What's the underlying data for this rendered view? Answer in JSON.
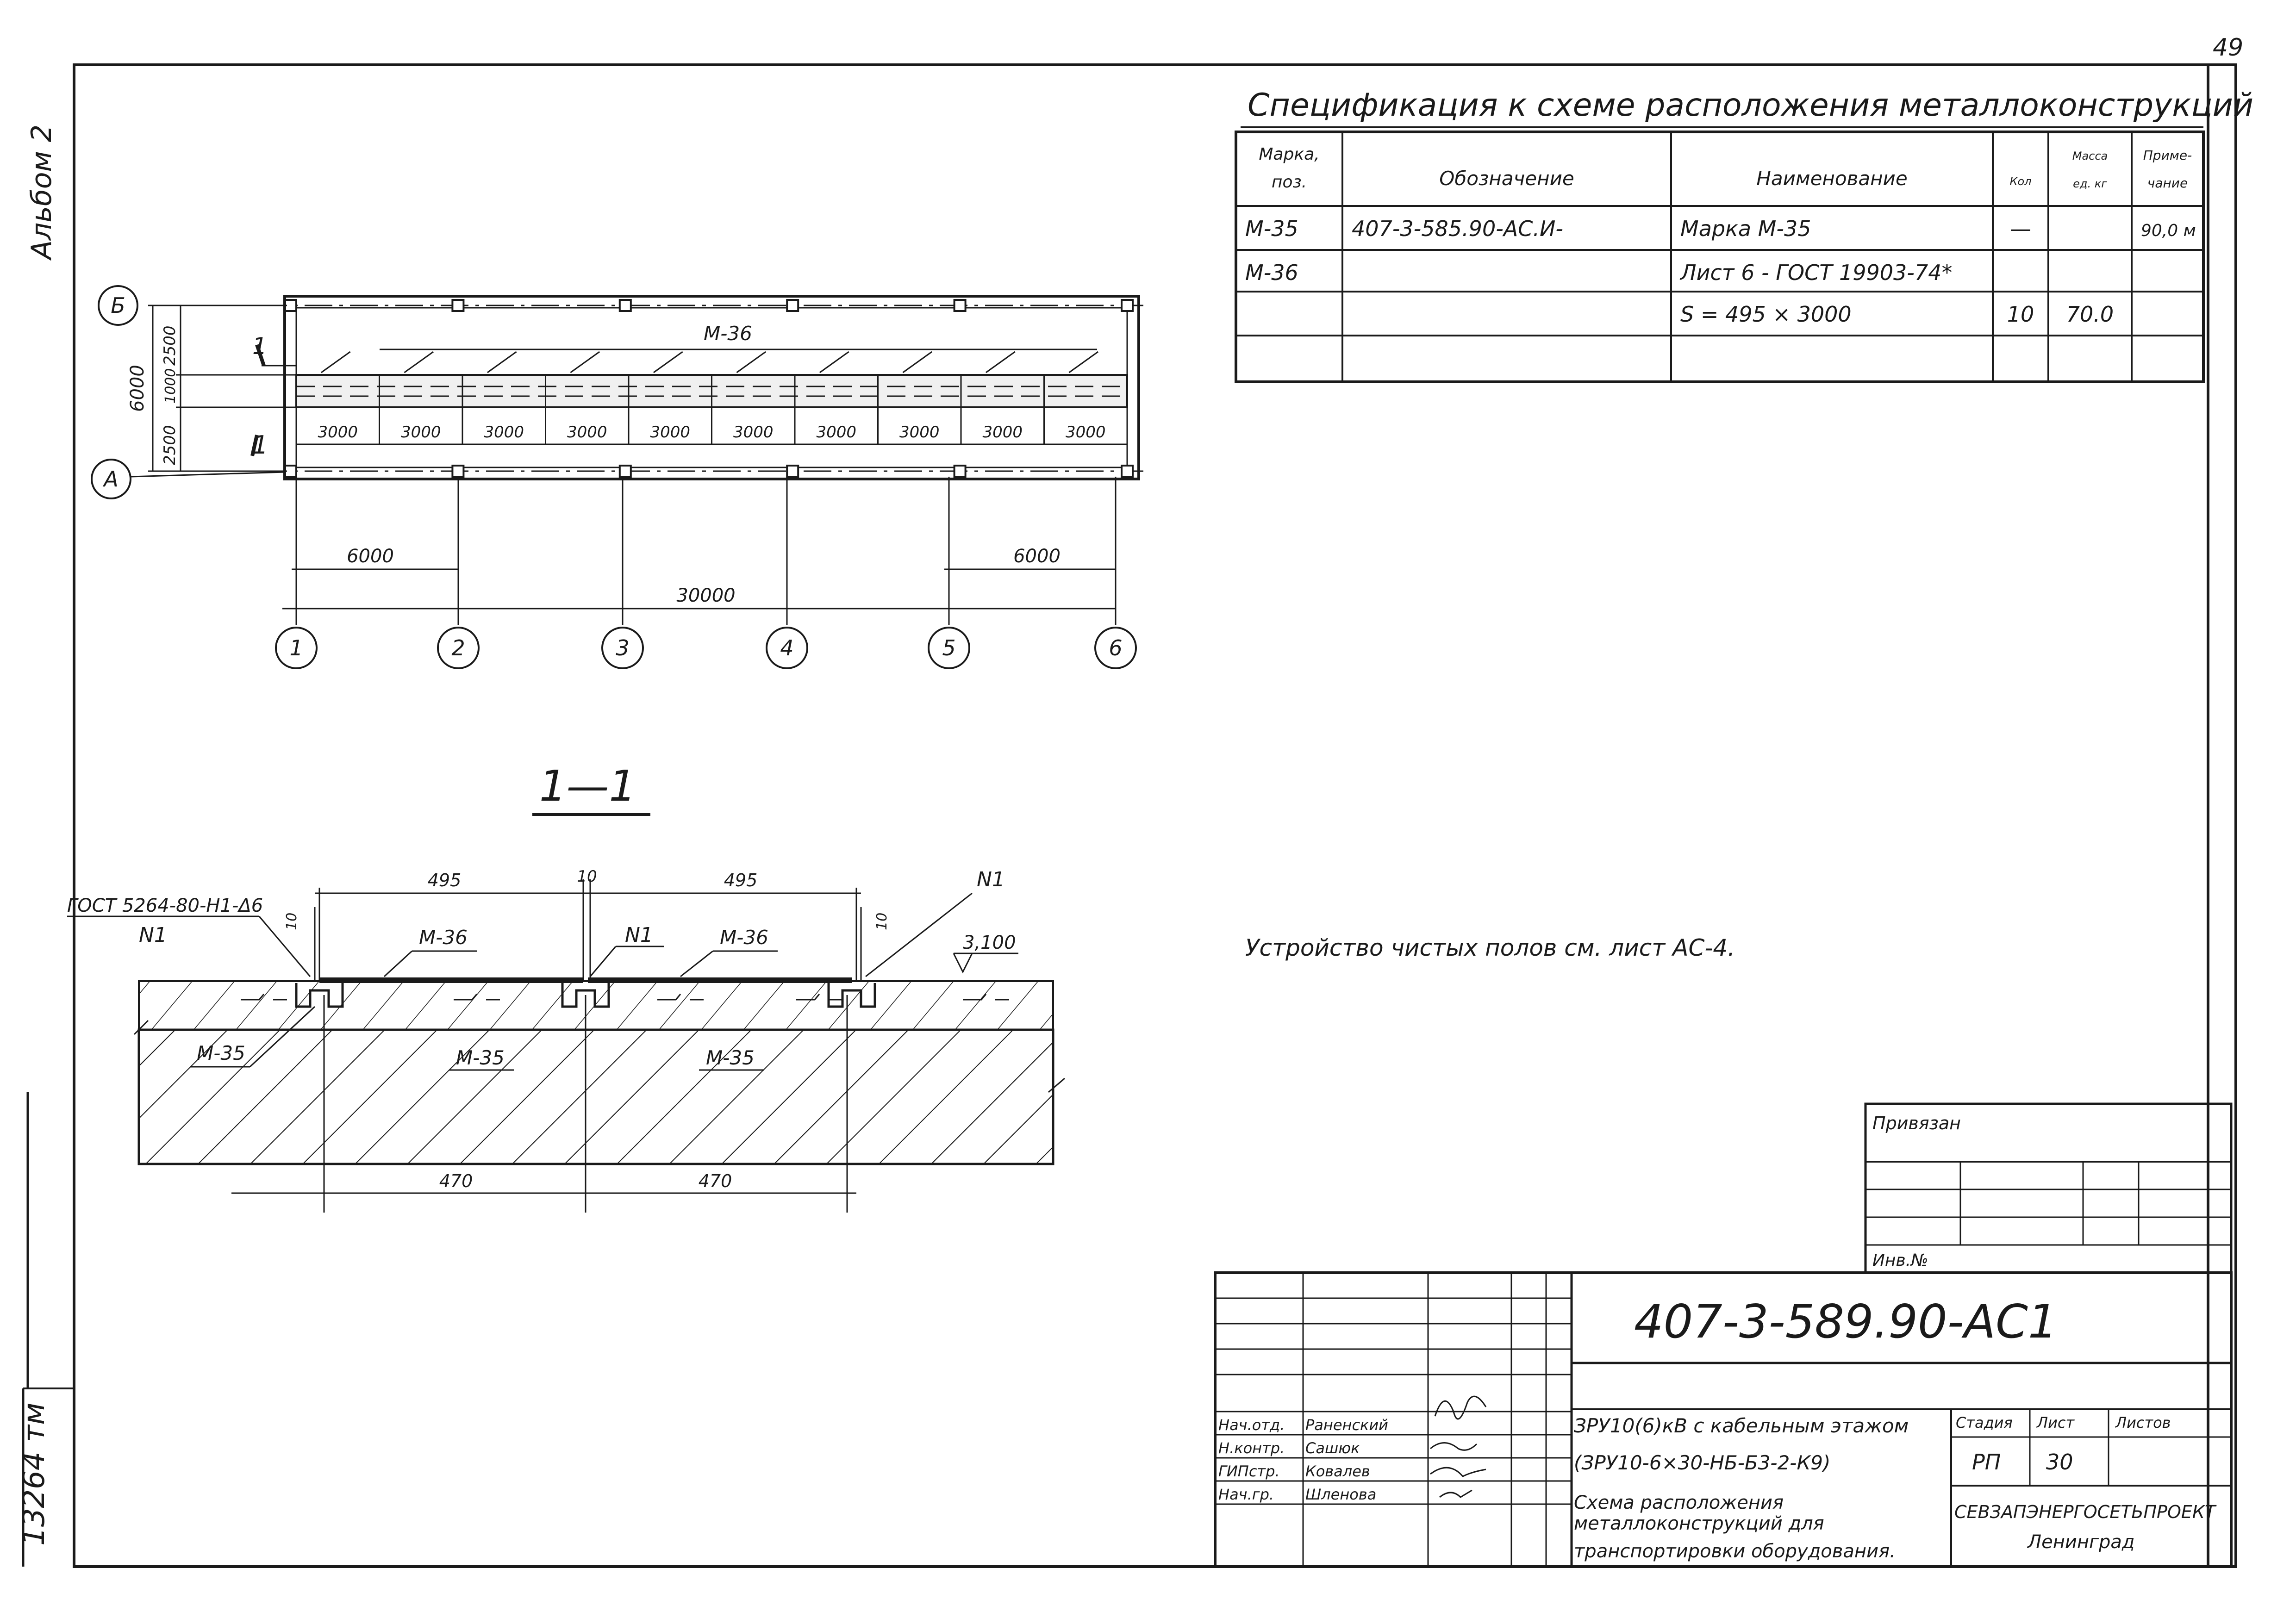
{
  "sheet_number": "49",
  "side_label": "Альбом 2",
  "inventory_stamp": "13264 тм",
  "plan": {
    "row_axes": [
      "Б",
      "А"
    ],
    "column_axes": [
      "1",
      "2",
      "3",
      "4",
      "5",
      "6"
    ],
    "vertical_dims": [
      "2500",
      "1000",
      "2500"
    ],
    "overall_vertical": "6000",
    "panel_dims": [
      "3000",
      "3000",
      "3000",
      "3000",
      "3000",
      "3000",
      "3000",
      "3000",
      "3000",
      "3000"
    ],
    "bay_dim_left": "6000",
    "bay_dim_right": "6000",
    "overall_horizontal": "30000",
    "sheet_mark": "М-36",
    "section_mark": "1"
  },
  "section": {
    "title": "1—1",
    "dim_top_left": "495",
    "dim_top_gap": "10",
    "dim_top_right": "495",
    "dim_side_left": "10",
    "dim_side_right": "10",
    "dim_bottom_left": "470",
    "dim_bottom_right": "470",
    "gost_callout": "ГОСТ 5264-80-Н1-Δ6",
    "weld_mark": "N1",
    "sheet_mark": "М-36",
    "frame_mark": "М-35",
    "level": "3,100"
  },
  "spec": {
    "title": "Спецификация к схеме расположения металлоконструкций",
    "headers": [
      "Марка, поз.",
      "Обозначение",
      "Наименование",
      "Кол",
      "Масса ед. кг",
      "Приме-чание"
    ],
    "rows": [
      [
        "М-35",
        "407-3-585.90-АС.И-",
        "Марка М-35",
        "—",
        "",
        "90,0 м"
      ],
      [
        "М-36",
        "",
        "Лист 6 - ГОСТ 19903-74*",
        "",
        "",
        ""
      ],
      [
        "",
        "",
        "S = 495 × 3000",
        "10",
        "70.0",
        ""
      ],
      [
        "",
        "",
        "",
        "",
        "",
        ""
      ]
    ]
  },
  "note": "Устройство чистых полов см. лист АС-4.",
  "privyazan": {
    "label": "Привязан",
    "inv_label": "Инв.№"
  },
  "title_block": {
    "code": "407-3-589.90-АС1",
    "people": [
      {
        "role": "Нач.отд.",
        "name": "Раненский"
      },
      {
        "role": "Н.контр.",
        "name": "Сашюк"
      },
      {
        "role": "ГИПстр.",
        "name": "Ковалев"
      },
      {
        "role": "Нач.гр.",
        "name": "Шленова"
      }
    ],
    "project_line1": "ЗРУ10(6)кВ с кабельным этажом",
    "project_line2": "(ЗРУ10-6×30-НБ-Б3-2-К9)",
    "drawing_title_1": "Схема расположения",
    "drawing_title_2": "металлоконструкций для",
    "drawing_title_3": "транспортировки оборудования.",
    "stage_label": "Стадия",
    "sheet_label": "Лист",
    "sheets_label": "Листов",
    "stage": "РП",
    "sheet": "30",
    "sheets": "",
    "org": "СЕВЗАПЭНЕРГОСЕТЬПРОЕКТ",
    "city": "Ленинград"
  }
}
